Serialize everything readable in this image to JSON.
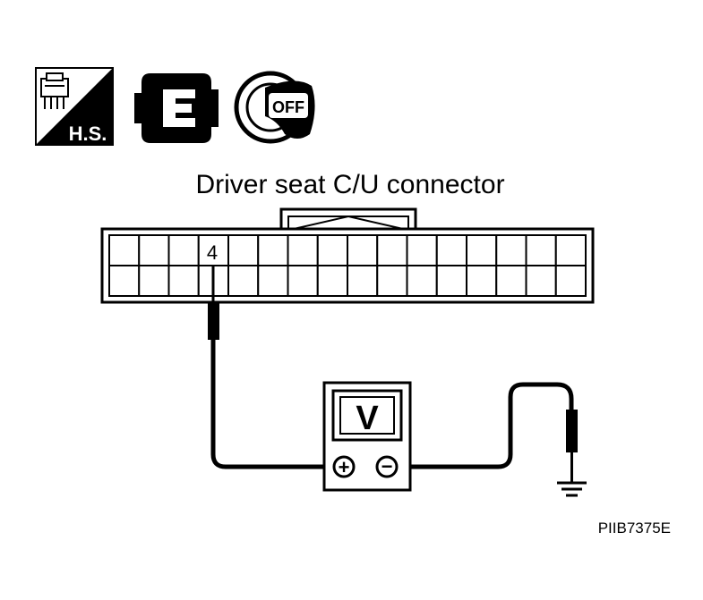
{
  "icons": [
    {
      "name": "harness-side-icon",
      "text": "H.S."
    },
    {
      "name": "connector-icon",
      "text": ""
    },
    {
      "name": "ignition-key-off-icon",
      "text": "OFF"
    }
  ],
  "connector": {
    "title": "Driver seat C/U connector",
    "terminal_label": "4"
  },
  "meter": {
    "label": "V",
    "positive_symbol": "+",
    "negative_symbol": "−"
  },
  "figure_id": "PIIB7375E"
}
